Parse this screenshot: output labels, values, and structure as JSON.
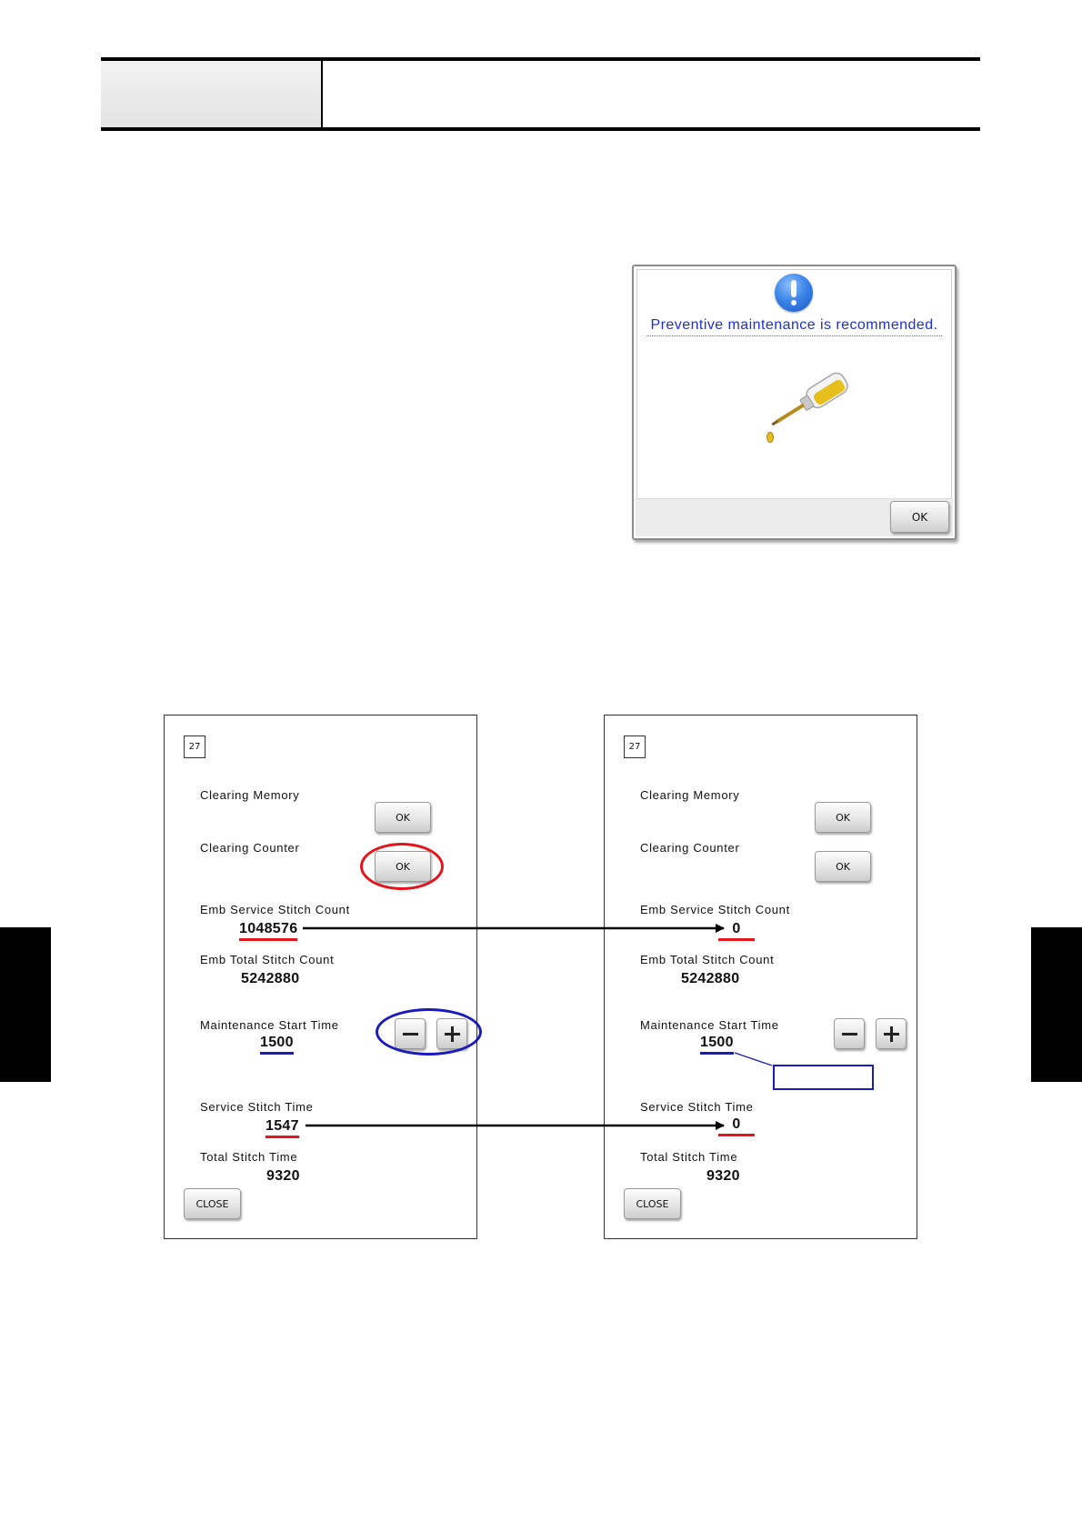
{
  "dialog": {
    "message": "Preventive maintenance is recommended.",
    "ok_label": "OK"
  },
  "panels": [
    {
      "page_number": "27",
      "clearing_memory_label": "Clearing Memory",
      "clearing_memory_ok": "OK",
      "clearing_counter_label": "Clearing Counter",
      "clearing_counter_ok": "OK",
      "emb_service_label": "Emb Service Stitch Count",
      "emb_service_value": "1048576",
      "emb_total_label": "Emb Total Stitch Count",
      "emb_total_value": "5242880",
      "maint_start_label": "Maintenance Start Time",
      "maint_start_value": "1500",
      "service_time_label": "Service Stitch Time",
      "service_time_value": "1547",
      "total_time_label": "Total Stitch Time",
      "total_time_value": "9320",
      "close_label": "CLOSE"
    },
    {
      "page_number": "27",
      "clearing_memory_label": "Clearing Memory",
      "clearing_memory_ok": "OK",
      "clearing_counter_label": "Clearing Counter",
      "clearing_counter_ok": "OK",
      "emb_service_label": "Emb Service Stitch Count",
      "emb_service_value": "0",
      "emb_total_label": "Emb Total Stitch Count",
      "emb_total_value": "5242880",
      "maint_start_label": "Maintenance Start Time",
      "maint_start_value": "1500",
      "service_time_label": "Service Stitch Time",
      "service_time_value": "0",
      "total_time_label": "Total Stitch Time",
      "total_time_value": "9320",
      "close_label": "CLOSE"
    }
  ],
  "icons": {
    "alert": "exclamation-icon",
    "oil": "oil-bottle-icon",
    "minus": "minus-icon",
    "plus": "plus-icon"
  },
  "colors": {
    "highlight_red": "#e3141b",
    "highlight_blue": "#1b1bbd",
    "message_blue": "#1f2fd6",
    "side_tab": "#000000"
  }
}
